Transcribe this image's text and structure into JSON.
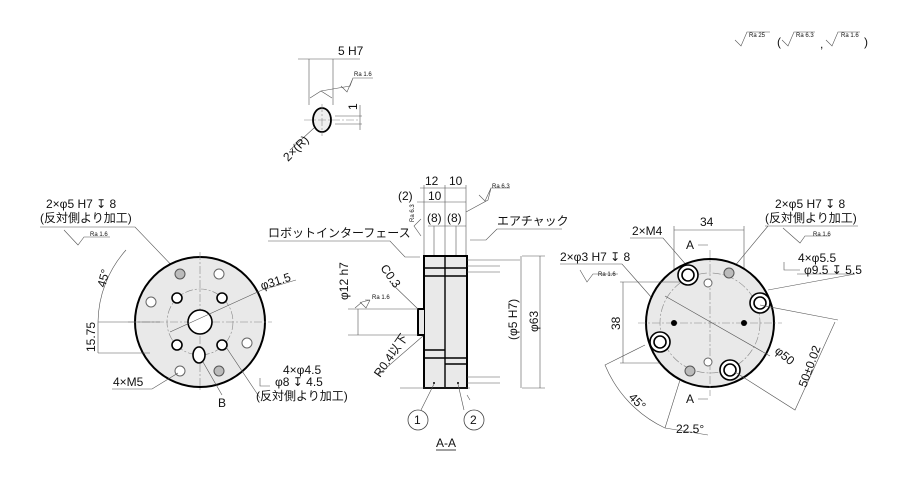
{
  "roughness_legend": {
    "main": "Ra 25",
    "open": "(",
    "alt1": "Ra 6.3",
    "comma": ",",
    "alt2": "Ra 1.6",
    "close": ")"
  },
  "detail_view": {
    "width": "5 H7",
    "ra": "Ra 1.6",
    "depth": "1",
    "radius": "2×(R)"
  },
  "left_view": {
    "pin_hole": "2×φ5 H7 ↧ 8",
    "pin_hole_note": "(反対側より加工)",
    "pin_ra": "Ra 1.6",
    "angle": "45°",
    "offset": "15.75",
    "pcd": "φ31.5",
    "thread": "4×M5",
    "mark_b": "B",
    "bolt_hole": "4×φ4.5",
    "counterbore": "φ8 ↧ 4.5",
    "bolt_note": "(反対側より加工)"
  },
  "section_view": {
    "dim_12": "12",
    "dim_10a": "10",
    "dim_2": "(2)",
    "dim_10b": "10",
    "dim_8a": "(8)",
    "dim_8b": "(8)",
    "ra_top": "Ra 6.3",
    "ra_side": "Ra 6.3",
    "ra_boss": "Ra 1.6",
    "robot_interface": "ロボットインターフェース",
    "air_chuck": "エアチャック",
    "boss_dia": "φ12 h7",
    "chamfer": "C0.3",
    "fillet": "R0.4以下",
    "pin_dia": "(φ5 H7)",
    "outer_dia": "φ63",
    "part1": "1",
    "part2": "2",
    "label": "A-A"
  },
  "right_view": {
    "dim_34": "34",
    "thread": "2×M4",
    "section_a_top": "A",
    "section_a_bottom": "A",
    "pin_hole": "2×φ3 H7 ↧ 8",
    "pin_ra": "Ra 1.6",
    "pin5": "2×φ5 H7 ↧ 8",
    "pin5_note": "(反対側より加工)",
    "pin5_ra": "Ra 1.6",
    "bolt_hole": "4×φ5.5",
    "counterbore": "φ9.5 ↧ 5.5",
    "dim_38": "38",
    "pcd": "φ50",
    "pitch": "50±0.02",
    "angle45": "45°",
    "angle22": "22.5°"
  }
}
